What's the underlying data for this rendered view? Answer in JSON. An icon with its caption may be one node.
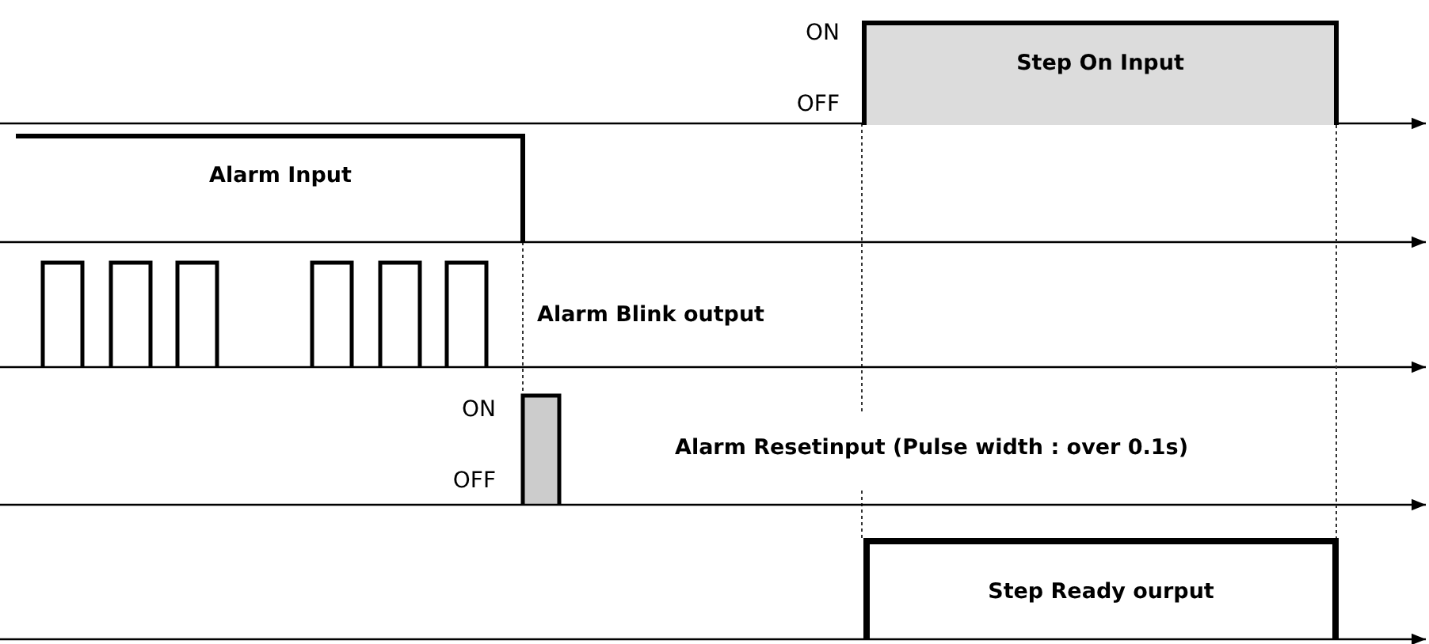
{
  "diagram": {
    "nodes": [
      {
        "text": [
          "Step On Input"
        ]
      },
      {
        "text": [
          "Step Ready ourput"
        ]
      }
    ],
    "edges": [
      {
        "from": 0,
        "to": 1,
        "arrow": "none",
        "style": "dashed"
      }
    ],
    "labels": [
      "ON",
      "OFF",
      "Alarm Input",
      "Alarm Blink output",
      "ON",
      "OFF",
      "Alarm Resetinput (Pulse width : over 0.1s)"
    ]
  }
}
